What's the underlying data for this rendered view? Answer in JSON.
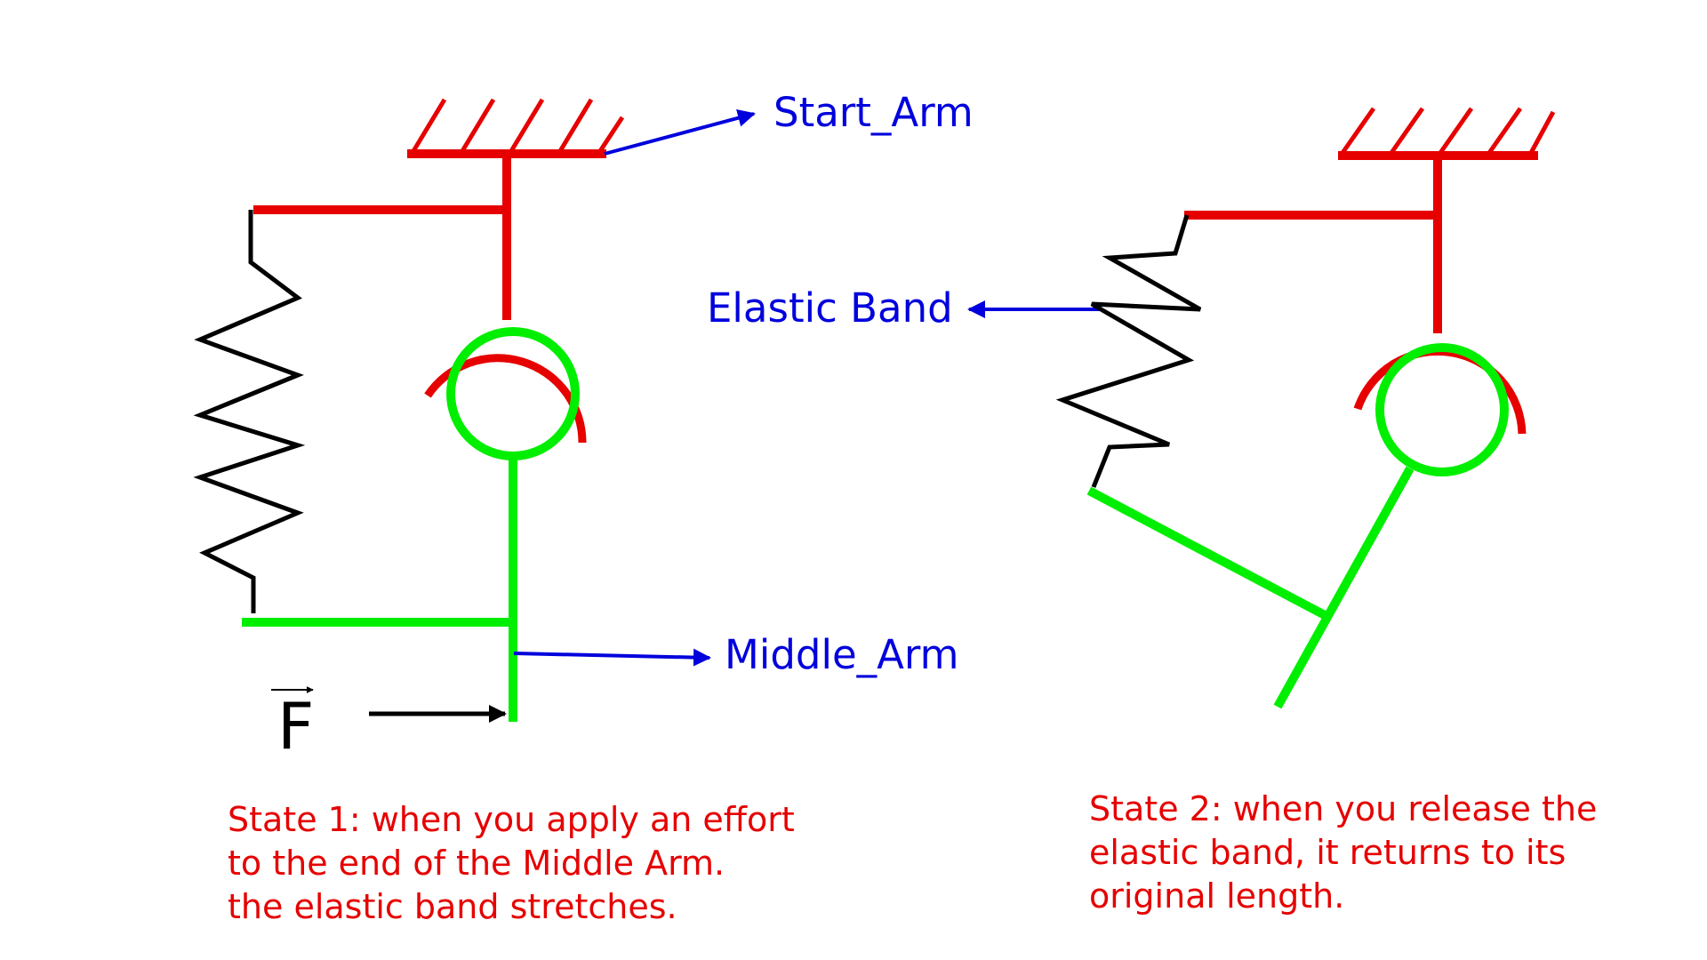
{
  "labels": {
    "start_arm": "Start_Arm",
    "elastic_band": "Elastic Band",
    "middle_arm": "Middle_Arm",
    "force": "F"
  },
  "captions": {
    "state1": [
      "State 1: when you apply an effort",
      "to the end of the Middle Arm.",
      "the elastic band stretches."
    ],
    "state2": [
      "State 2: when you release the",
      "elastic band, it returns to its",
      "original length."
    ]
  },
  "colors": {
    "start_arm": "#e60000",
    "middle_arm": "#00ee00",
    "elastic_band": "#000000",
    "pointer_lines": "#0000dd",
    "captions": "#e60000"
  }
}
